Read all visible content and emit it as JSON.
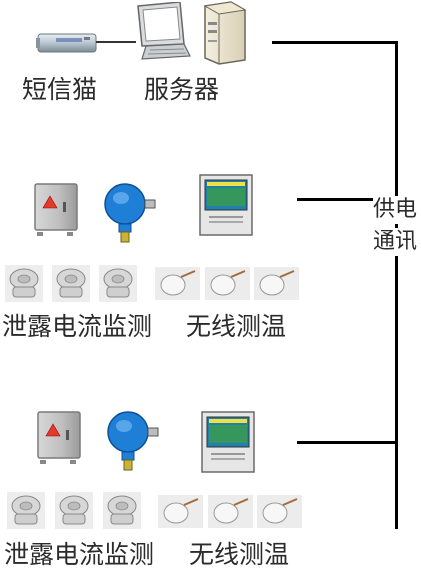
{
  "server_group": {
    "modem_label": "短信猫",
    "server_label": "服务器"
  },
  "bus": {
    "label_line1": "供电",
    "label_line2": "通讯"
  },
  "groups": [
    {
      "leak_label": "泄露电流监测",
      "temp_label": "无线测温"
    },
    {
      "leak_label": "泄露电流监测",
      "temp_label": "无线测温"
    }
  ]
}
